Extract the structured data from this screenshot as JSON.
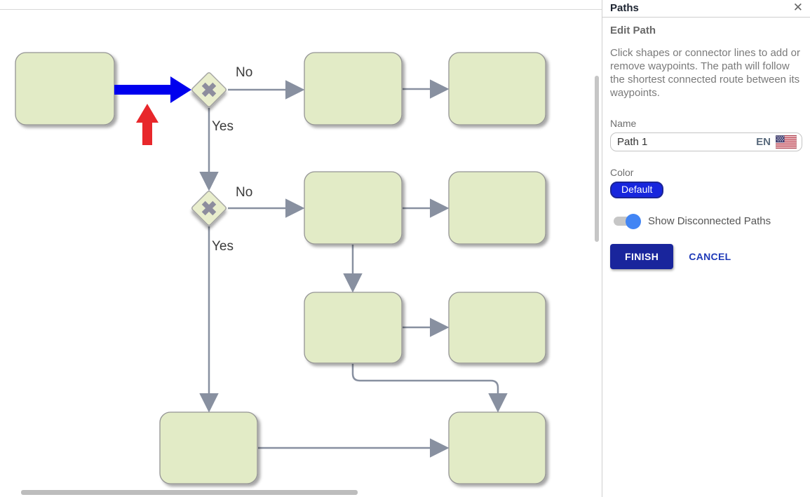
{
  "panel": {
    "title": "Paths",
    "subtitle": "Edit Path",
    "description": "Click shapes or connector lines to add or remove waypoints. The path will follow the shortest connected route between its waypoints.",
    "name": {
      "label": "Name",
      "value": "Path 1",
      "language": "EN"
    },
    "color": {
      "label": "Color",
      "value": "Default"
    },
    "toggle": {
      "label": "Show Disconnected Paths",
      "state": "on"
    },
    "buttons": {
      "finish": "FINISH",
      "cancel": "CANCEL"
    }
  },
  "icons": {
    "close": "✕"
  },
  "diagram": {
    "decision_labels": [
      {
        "no": "No",
        "yes": "Yes"
      },
      {
        "no": "No",
        "yes": "Yes"
      }
    ]
  },
  "colors": {
    "node_fill": "#e2ebc6",
    "node_border": "#949494",
    "diamond_fill": "#e9eecd",
    "gateway_x": "#8d8d9d",
    "connector": "#8890a0",
    "label_text": "#3b3b3b",
    "selected_path_arrow": "#0000ee",
    "pointer_arrow": "#e8272b",
    "accent_blue": "#1726dd",
    "finish_bg": "#19259c",
    "cancel_text": "#1f3ab8",
    "toggle_knob": "#4285f4"
  }
}
